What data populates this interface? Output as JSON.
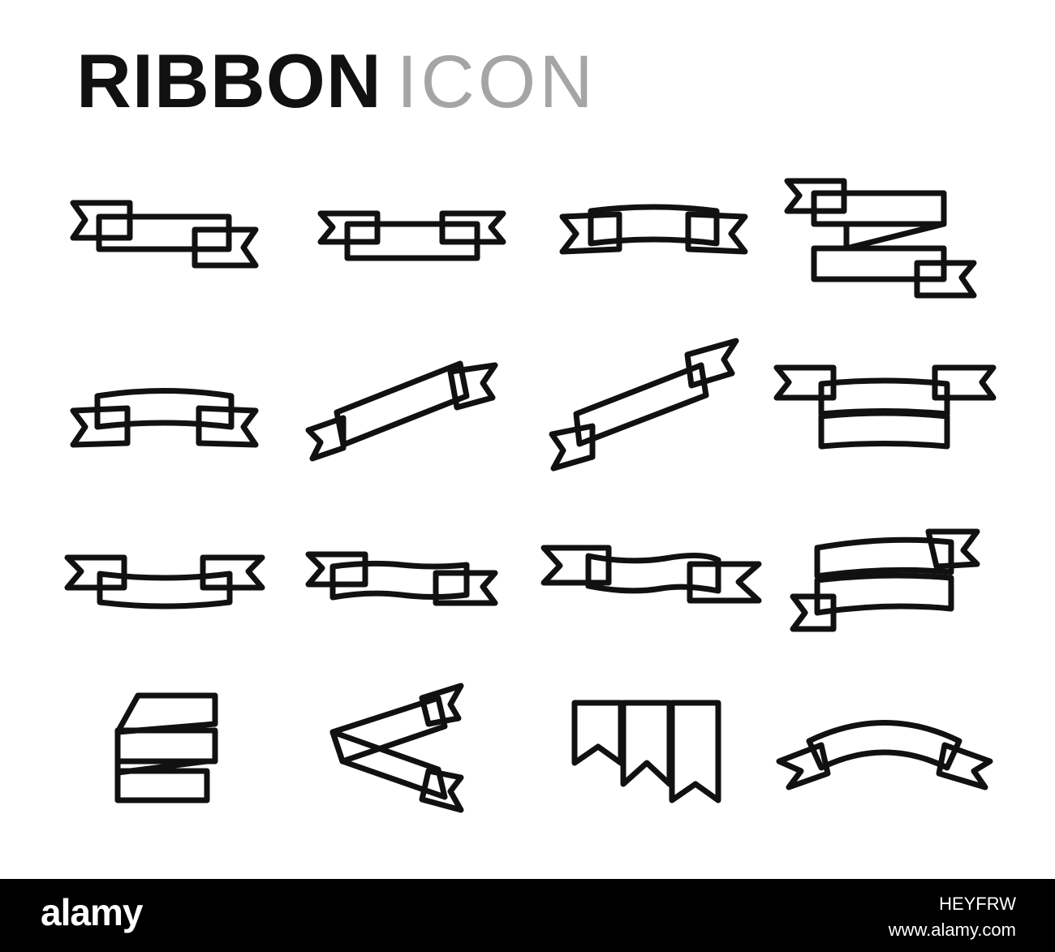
{
  "title": {
    "bold": "RIBBON",
    "light": "ICON"
  },
  "icons": [
    "ribbon-icon",
    "ribbon-icon",
    "ribbon-icon",
    "ribbon-icon",
    "ribbon-icon",
    "ribbon-icon",
    "ribbon-icon",
    "ribbon-icon",
    "ribbon-icon",
    "ribbon-icon",
    "ribbon-icon",
    "ribbon-icon",
    "ribbon-icon",
    "ribbon-icon",
    "bookmark-flags-icon",
    "ribbon-icon"
  ],
  "footer": {
    "logo": "alamy",
    "code": "HEYFRW",
    "url": "www.alamy.com"
  },
  "colors": {
    "stroke": "#111111",
    "title_light": "#a5a5a5",
    "footer_bg": "#000000"
  }
}
